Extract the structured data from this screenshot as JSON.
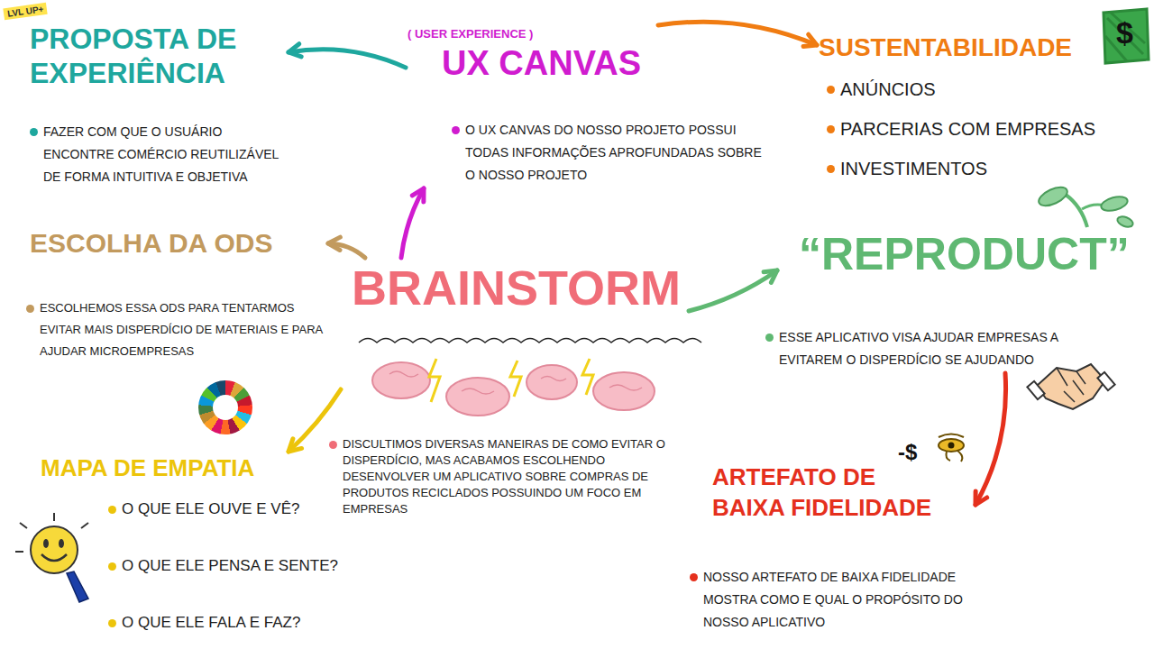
{
  "diagram": {
    "nodes": [
      {
        "text": [
          "PROPOSTA DE EXPERIÊNCIA",
          "FAZER COM QUE O USUÁRIO ENCONTRE COMÉRCIO REUTILIZÁVEL DE FORMA INTUITIVA E OBJETIVA"
        ]
      },
      {
        "text": [
          "( USER EXPERIENCE )",
          "UX CANVAS",
          "O UX CANVAS DO NOSSO PROJETO POSSUI TODAS INFORMAÇÕES APROFUNDADAS SOBRE O NOSSO PROJETO"
        ]
      },
      {
        "text": [
          "SUSTENTABILIDADE",
          "ANÚNCIOS",
          "PARCERIAS COM EMPRESAS",
          "INVESTIMENTOS"
        ]
      },
      {
        "text": [
          "ESCOLHA DA ODS",
          "ESCOLHEMOS ESSA ODS PARA TENTARMOS EVITAR MAIS DISPERDÍCIO DE MATERIAIS E PARA AJUDAR MICROEMPRESAS"
        ]
      },
      {
        "text": [
          "BRAINSTORM",
          "DISCULTIMOS DIVERSAS MANEIRAS DE COMO EVITAR O DISPERDÍCIO, MAS ACABAMOS ESCOLHENDO DESENVOLVER UM APLICATIVO SOBRE COMPRAS DE PRODUTOS RECICLADOS POSSUINDO UM FOCO EM EMPRESAS"
        ]
      },
      {
        "text": [
          "“REPRODUCT”",
          "ESSE APLICATIVO VISA AJUDAR EMPRESAS A EVITAREM O DISPERDÍCIO SE AJUDANDO"
        ]
      },
      {
        "text": [
          "MAPA DE EMPATIA",
          "O QUE ELE OUVE E VÊ?",
          "O QUE ELE PENSA E SENTE?",
          "O QUE ELE FALA E FAZ?"
        ]
      },
      {
        "text": [
          "ARTEFATO DE BAIXA FIDELIDADE",
          "NOSSO ARTEFATO DE BAIXA FIDELIDADE MOSTRA COMO E QUAL O PROPÓSITO DO NOSSO APLICATIVO"
        ]
      }
    ],
    "edges": [
      {
        "from": 4,
        "to": 1,
        "arrow": "to"
      },
      {
        "from": 1,
        "to": 0,
        "arrow": "to"
      },
      {
        "from": 1,
        "to": 2,
        "arrow": "to"
      },
      {
        "from": 4,
        "to": 3,
        "arrow": "to"
      },
      {
        "from": 4,
        "to": 6,
        "arrow": "to"
      },
      {
        "from": 4,
        "to": 5,
        "arrow": "to"
      },
      {
        "from": 5,
        "to": 7,
        "arrow": "to"
      }
    ],
    "labels": [
      "LVL UP+",
      "$",
      "-$"
    ]
  }
}
